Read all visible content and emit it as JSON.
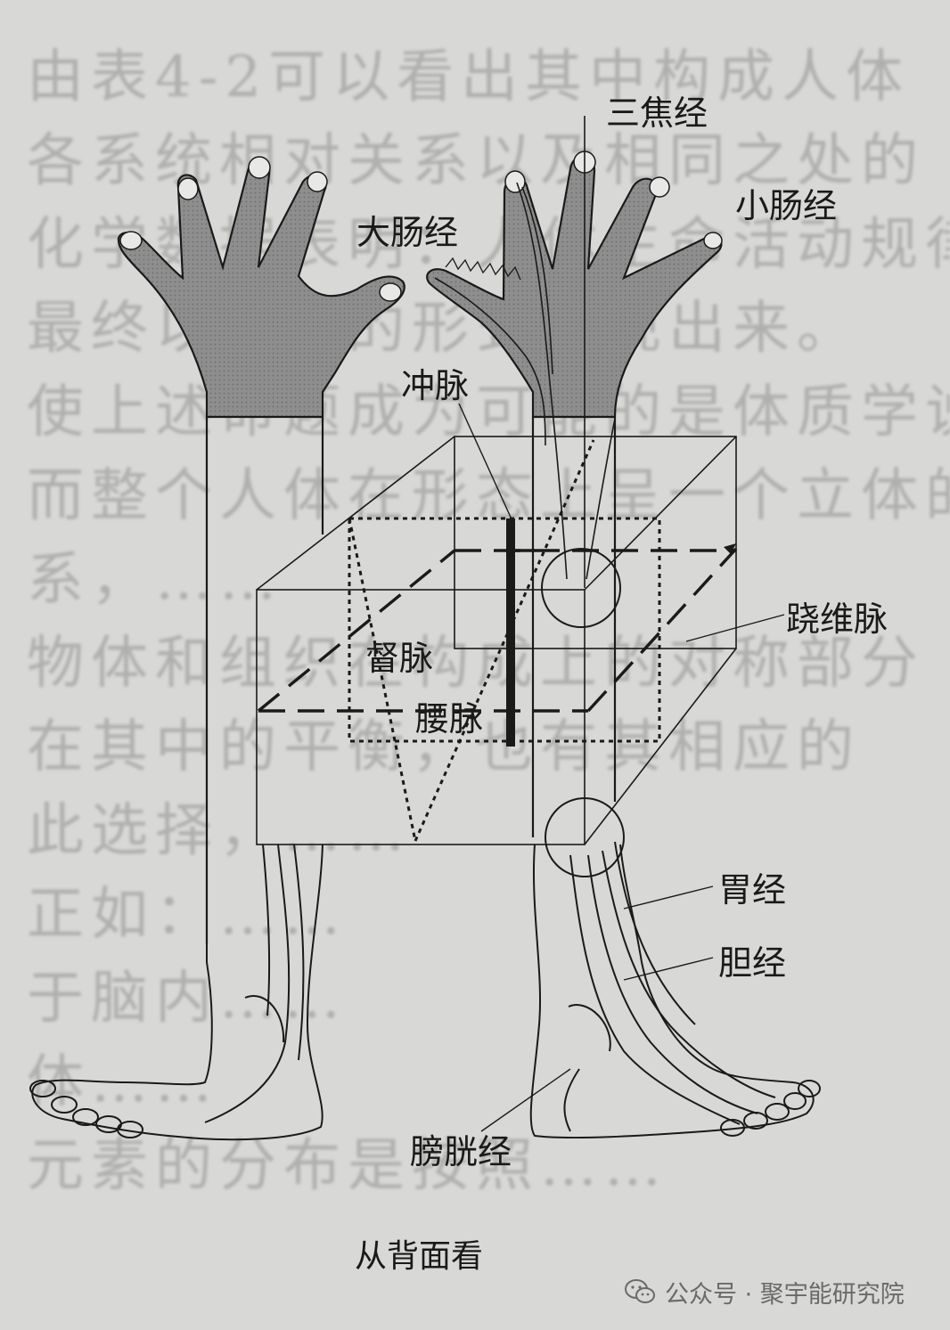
{
  "diagram": {
    "labels": {
      "sanjiao": "三焦经",
      "xiaochang": "小肠经",
      "dachang": "大肠经",
      "chongmai": "冲脉",
      "qiaowei": "跷维脉",
      "dumai": "督脉",
      "yaomai": "腰脉",
      "weijing": "胃经",
      "danjing": "胆经",
      "pangguang": "膀胱经"
    },
    "caption": "从背面看"
  },
  "background_text": [
    "由表4-2可以看出其中构成人体",
    "各系统相对关系以及相同之处的",
    "化学数据表明：人体生命活动规律",
    "最终以数据的形式显现出来。",
    "使上述命题成为可能的是体质学说",
    "而整个人体在形态上呈一个立体的",
    "系，……",
    "物体和组织在构成上的对称部分",
    "在其中的平衡，也有其相应的",
    "此选择，……",
    "正如：……",
    "于脑内……",
    "体……",
    "元素的分布是按照……"
  ],
  "watermark": {
    "text": "公众号 · 聚宇能研究院",
    "icon": "wechat-icon"
  },
  "colors": {
    "background": "#d8d8d6",
    "hand_fill": "#8e8e8e",
    "line": "#1a1a1a"
  }
}
